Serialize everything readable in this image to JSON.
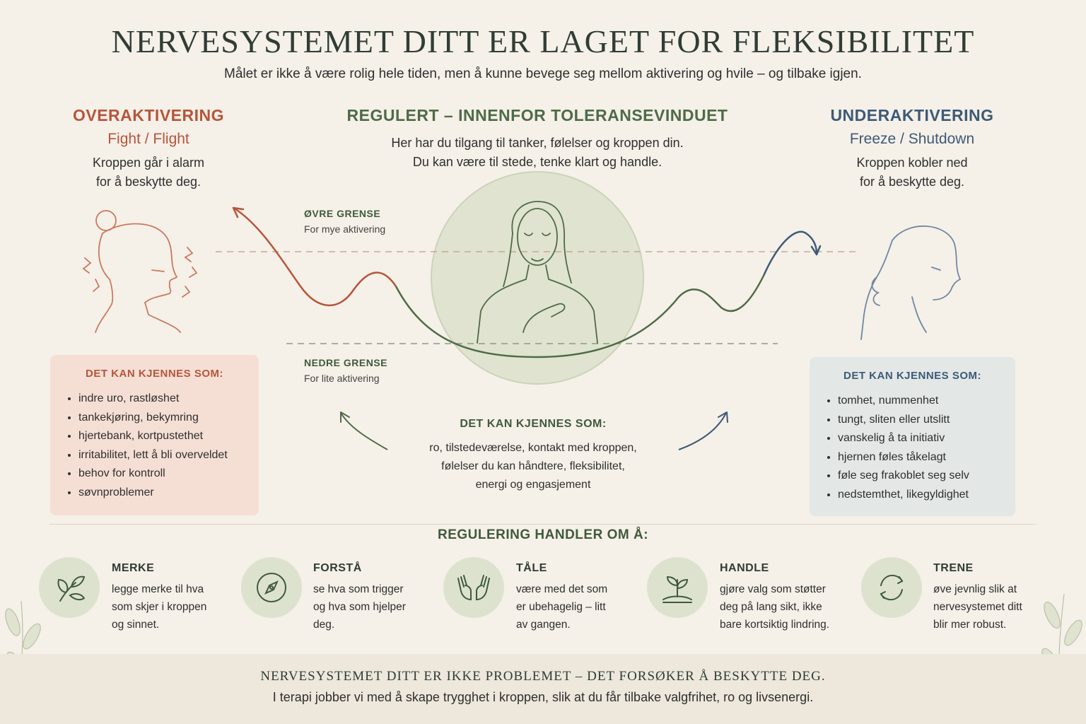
{
  "title": "NERVESYSTEMET DITT ER LAGET FOR FLEKSIBILITET",
  "subtitle": "Målet er ikke å være rolig hele tiden, men å kunne bevege seg mellom aktivering og hvile – og tilbake igjen.",
  "colors": {
    "over": "#b6553b",
    "regulated": "#4e6b48",
    "under": "#3d5a78"
  },
  "over": {
    "heading": "OVERAKTIVERING",
    "sub": "Fight / Flight",
    "desc1": "Kroppen går i alarm",
    "desc2": "for å beskytte deg.",
    "box_title": "DET KAN KJENNES SOM:",
    "items": [
      "indre uro, rastløshet",
      "tankekjøring, bekymring",
      "hjertebank, kortpustethet",
      "irritabilitet, lett å bli overveldet",
      "behov for kontroll",
      "søvnproblemer"
    ]
  },
  "regulated": {
    "heading": "REGULERT – INNENFOR TOLERANSEVINDUET",
    "desc1": "Her har du tilgang til tanker, følelser og kroppen din.",
    "desc2": "Du kan være til stede, tenke klart og handle.",
    "upper_label": "ØVRE GRENSE",
    "upper_sub": "For mye aktivering",
    "lower_label": "NEDRE GRENSE",
    "lower_sub": "For lite aktivering",
    "feel_title": "DET KAN KJENNES SOM:",
    "feel1": "ro, tilstedeværelse, kontakt med kroppen,",
    "feel2": "følelser du kan håndtere, fleksibilitet,",
    "feel3": "energi og engasjement"
  },
  "under": {
    "heading": "UNDERAKTIVERING",
    "sub": "Freeze / Shutdown",
    "desc1": "Kroppen kobler ned",
    "desc2": "for å beskytte deg.",
    "box_title": "DET KAN KJENNES SOM:",
    "items": [
      "tomhet, nummenhet",
      "tungt, sliten eller utslitt",
      "vanskelig å ta initiativ",
      "hjernen føles tåkelagt",
      "føle seg frakoblet seg selv",
      "nedstemthet, likegyldighet"
    ]
  },
  "regulation": {
    "heading": "REGULERING HANDLER OM Å:",
    "steps": [
      {
        "icon": "leaf-icon",
        "title": "MERKE",
        "l1": "legge merke til hva",
        "l2": "som skjer i kroppen",
        "l3": "og sinnet."
      },
      {
        "icon": "compass-icon",
        "title": "FORSTÅ",
        "l1": "se hva som trigger",
        "l2": "og hva som hjelper",
        "l3": "deg."
      },
      {
        "icon": "open-hands-icon",
        "title": "TÅLE",
        "l1": "være med det som",
        "l2": "er ubehagelig – litt",
        "l3": "av gangen."
      },
      {
        "icon": "sprout-icon",
        "title": "HANDLE",
        "l1": "gjøre valg som støtter",
        "l2": "deg på lang sikt, ikke",
        "l3": "bare kortsiktig lindring."
      },
      {
        "icon": "cycle-arrows-icon",
        "title": "TRENE",
        "l1": "øve jevnlig slik at",
        "l2": "nervesystemet ditt",
        "l3": "blir mer robust."
      }
    ]
  },
  "footer": {
    "title": "NERVESYSTEMET DITT ER IKKE PROBLEMET – DET FORSØKER Å BESKYTTE DEG.",
    "text": "I terapi jobber vi med å skape trygghet i kroppen, slik at du får tilbake valgfrihet, ro og livsenergi."
  }
}
